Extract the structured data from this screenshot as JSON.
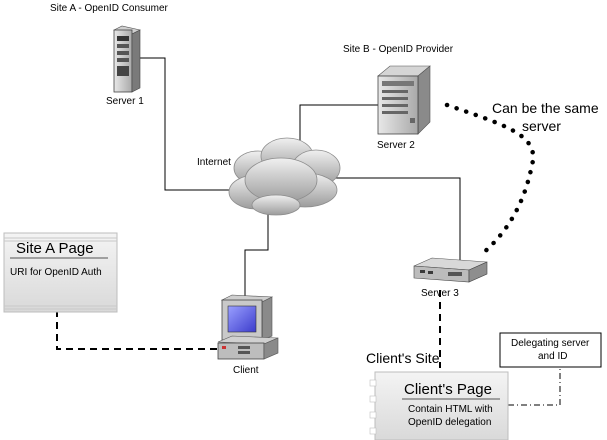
{
  "labels": {
    "site_a": "Site A - OpenID Consumer",
    "site_b": "Site B - OpenID Provider",
    "server1": "Server 1",
    "server2": "Server 2",
    "server3": "Server 3",
    "internet": "Internet",
    "client": "Client",
    "same_server_line1": "Can be the same",
    "same_server_line2": "server",
    "clients_site": "Client's Site"
  },
  "site_a_page": {
    "title": "Site A Page",
    "text": "URI for OpenID Auth"
  },
  "clients_page": {
    "title": "Client's Page",
    "line1": "Contain HTML with",
    "line2": "OpenID delegation"
  },
  "delegating_box": {
    "line1": "Delegating server",
    "line2": "and ID"
  },
  "icons": {
    "server1": "tower-server-icon",
    "server2": "server-icon",
    "server3": "network-switch-icon",
    "internet": "cloud-icon",
    "client": "desktop-computer-icon"
  }
}
